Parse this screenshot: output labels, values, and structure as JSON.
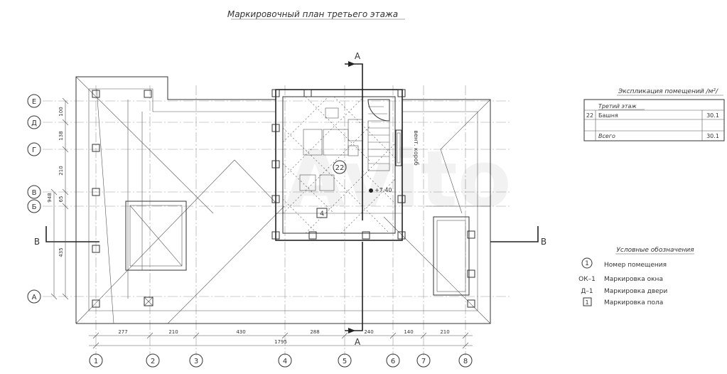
{
  "title": "Маркировочный план третьего этажа",
  "section_labels": {
    "vertical": "А",
    "horizontal": "В"
  },
  "axes_rows": [
    "Е",
    "Д",
    "Г",
    "В",
    "Б",
    "А"
  ],
  "axes_cols": [
    "1",
    "2",
    "3",
    "4",
    "5",
    "6",
    "7",
    "8"
  ],
  "dims_left": [
    "100",
    "138",
    "210",
    "65",
    "948",
    "435"
  ],
  "dims_bottom": [
    "277",
    "210",
    "430",
    "288",
    "240",
    "140",
    "210"
  ],
  "dim_total": "1795",
  "room_number": "22",
  "floor_mark": "4",
  "elevation": "+7.40",
  "vent_label": "вент. короб",
  "explication": {
    "title": "Экспликация помещений /м²/",
    "floor": "Третий этаж",
    "rows": [
      {
        "num": "22",
        "name": "Башня",
        "area": "30.1"
      }
    ],
    "total_label": "Всего",
    "total_area": "30.1"
  },
  "legend": {
    "title": "Условные обозначения",
    "items": [
      {
        "symbol": "1",
        "text": "Номер помещения"
      },
      {
        "symbol": "ОК–1",
        "text": "Маркировка окна"
      },
      {
        "symbol": "Д–1",
        "text": "Маркировка двери"
      },
      {
        "symbol": "1",
        "text": "Маркировка пола"
      }
    ]
  },
  "watermark": "Avito"
}
